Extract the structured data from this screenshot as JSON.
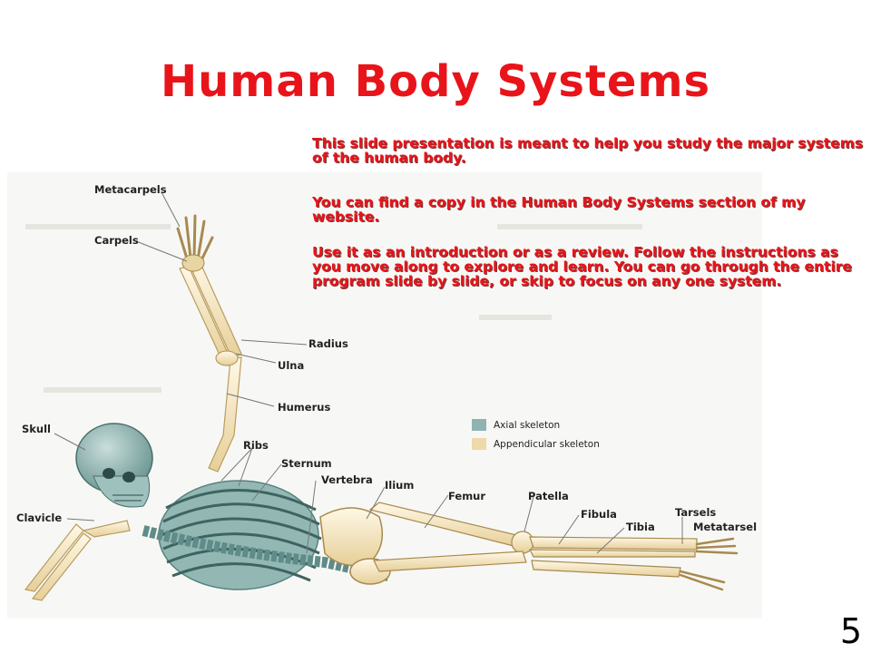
{
  "slide": {
    "title": "Human Body Systems",
    "page_number": "5",
    "paragraphs": [
      "This slide presentation is meant to help you study the major systems of the human body.",
      "You can find a copy in the Human Body Systems section of my website.",
      "Use it as an introduction or as a review. Follow the instructions as you move along to explore and learn. You can go through the entire program slide by slide, or skip to focus on any one system."
    ]
  },
  "figure": {
    "labels": {
      "metacarpels": "Metacarpels",
      "carpels": "Carpels",
      "radius": "Radius",
      "ulna": "Ulna",
      "humerus": "Humerus",
      "skull": "Skull",
      "ribs": "Ribs",
      "sternum": "Sternum",
      "vertebra": "Vertebra",
      "ilium": "Ilium",
      "clavicle": "Clavicle",
      "femur": "Femur",
      "patella": "Patella",
      "fibula": "Fibula",
      "tibia": "Tibia",
      "tarsels": "Tarsels",
      "metatarsel": "Metatarsel"
    },
    "legend": [
      {
        "label": "Axial skeleton",
        "color": "#8fb3b0"
      },
      {
        "label": "Appendicular skeleton",
        "color": "#eed9a8"
      }
    ]
  }
}
